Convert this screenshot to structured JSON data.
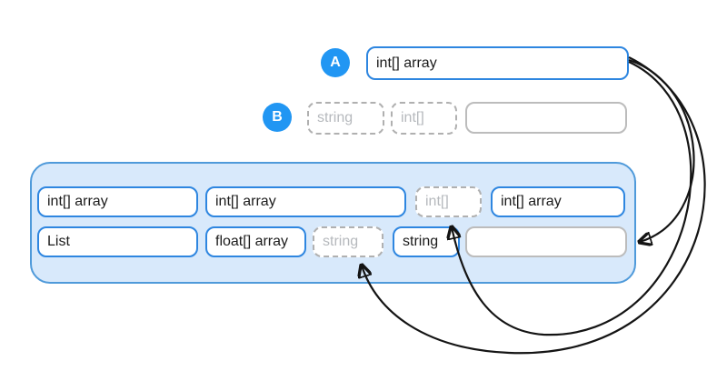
{
  "palette": {
    "accent_blue": "#2196f3",
    "box_border_blue": "#2e86e0",
    "container_fill": "#d8e9fb",
    "container_border": "#4f9ada",
    "gray_border": "#bcbcbc",
    "gray_dashed_border": "#b0b0b0",
    "gray_text": "#b6b9bd",
    "arrow_color": "#141414"
  },
  "row_a": {
    "label": "A",
    "box": {
      "text": "int[] array"
    }
  },
  "row_b": {
    "label": "B",
    "boxes": [
      {
        "text": "string",
        "style": "dashed"
      },
      {
        "text": "int[]",
        "style": "dashed"
      },
      {
        "text": "",
        "style": "gray-empty"
      }
    ]
  },
  "container": {
    "rows": [
      {
        "boxes": [
          {
            "text": "int[] array",
            "style": "blue"
          },
          {
            "text": "int[] array",
            "style": "blue"
          },
          {
            "text": "int[]",
            "style": "dashed"
          },
          {
            "text": "int[] array",
            "style": "blue"
          }
        ]
      },
      {
        "boxes": [
          {
            "text": "List",
            "style": "blue"
          },
          {
            "text": "float[] array",
            "style": "blue"
          },
          {
            "text": "string",
            "style": "dashed"
          },
          {
            "text": "string",
            "style": "blue"
          },
          {
            "text": "",
            "style": "gray-empty"
          }
        ]
      }
    ]
  },
  "arrows": [
    {
      "from": "row-a-box",
      "to": "container-row2-empty-slot"
    },
    {
      "from": "row-a-box",
      "to": "container-row1-dashed-int-slot"
    },
    {
      "from": "row-a-box",
      "to": "container-row2-dashed-string-slot"
    }
  ]
}
